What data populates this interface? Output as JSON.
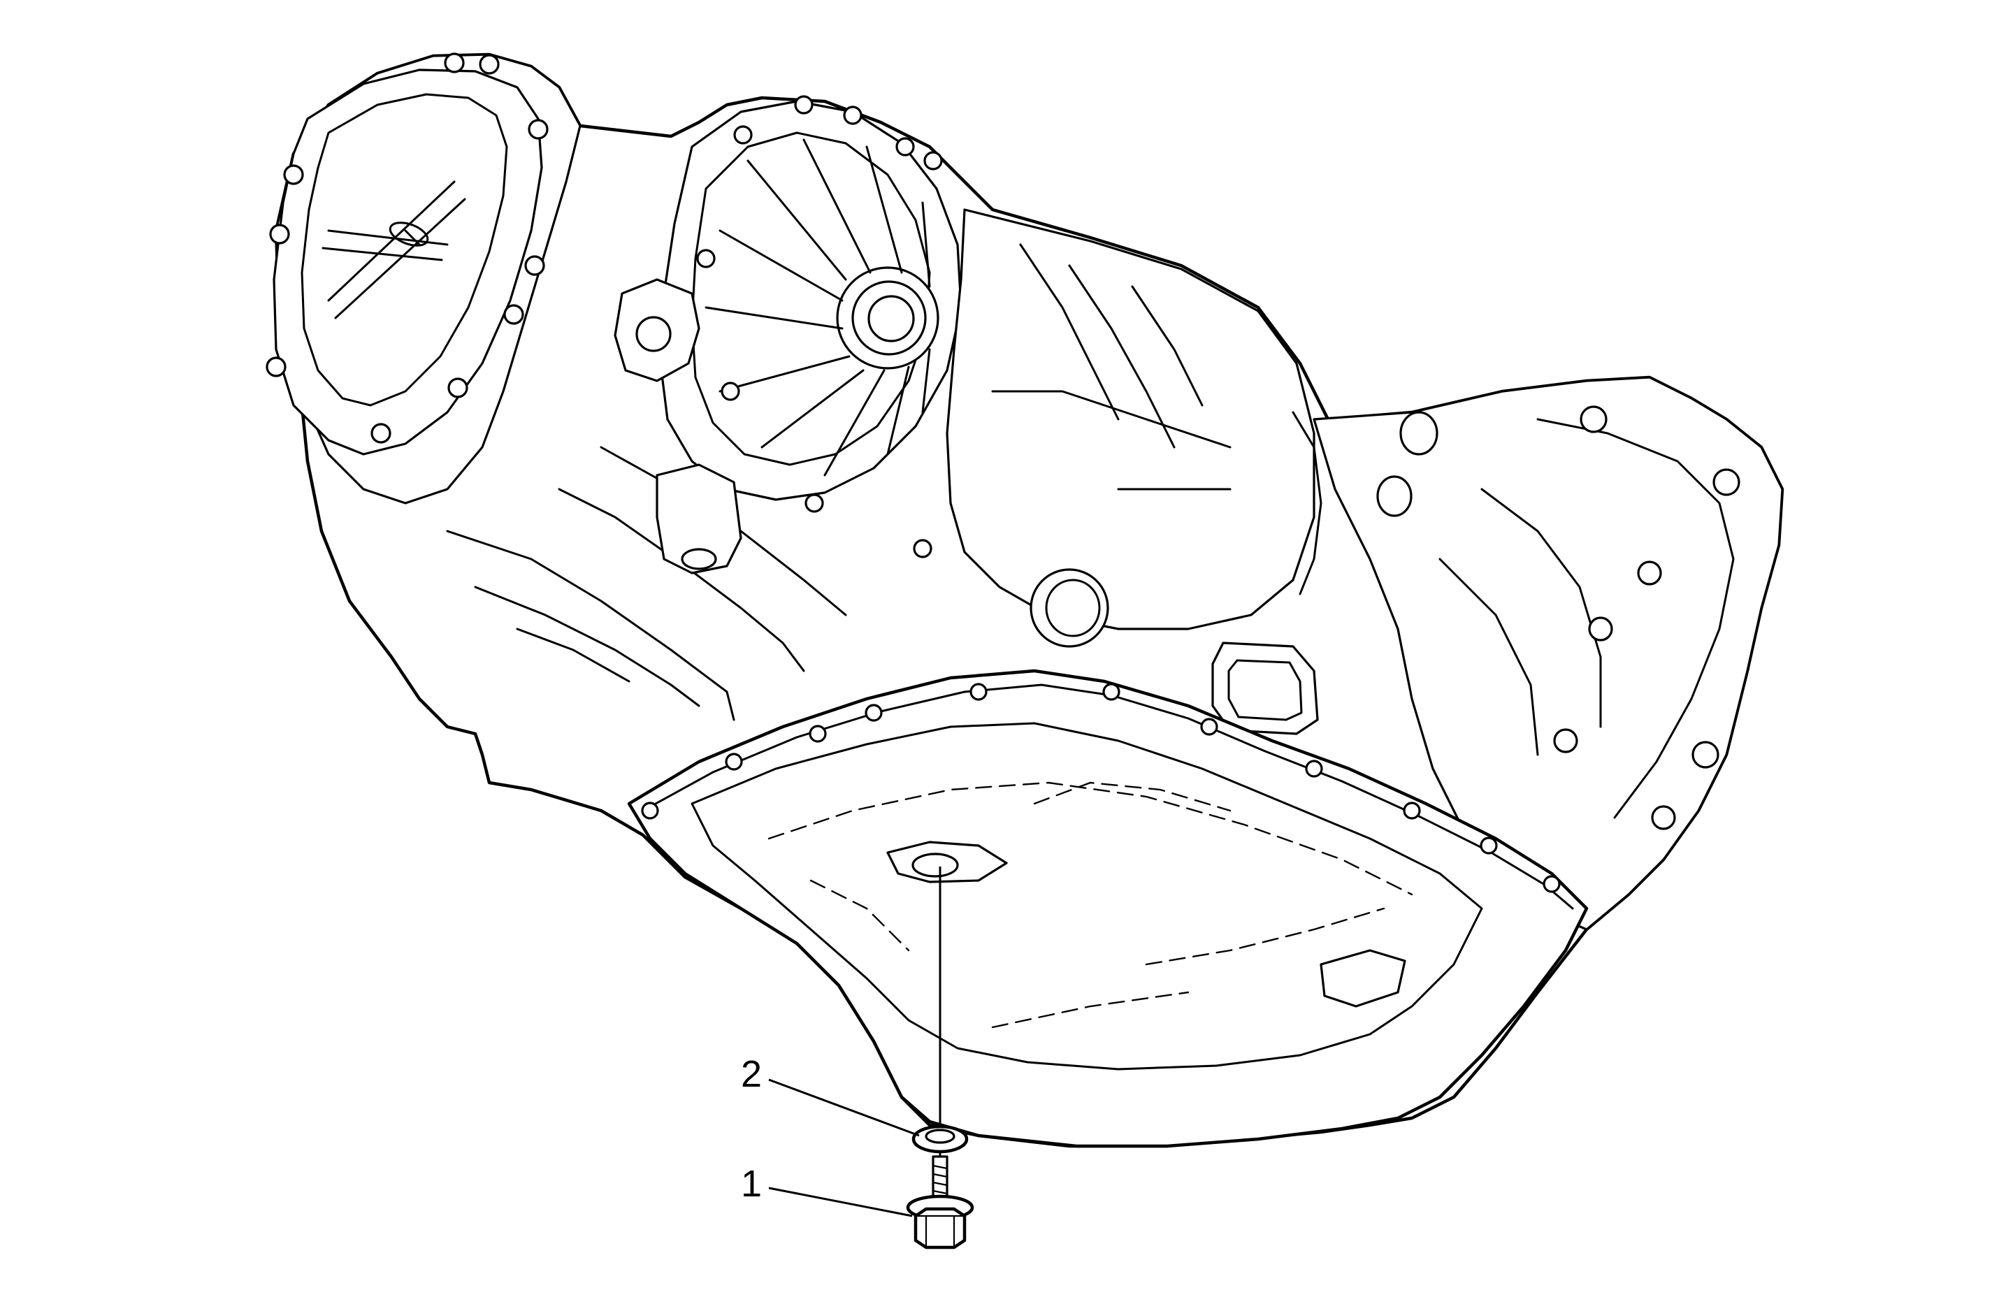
{
  "callouts": [
    {
      "number": "2",
      "part": "washer"
    },
    {
      "number": "1",
      "part": "drain-plug-bolt"
    }
  ]
}
